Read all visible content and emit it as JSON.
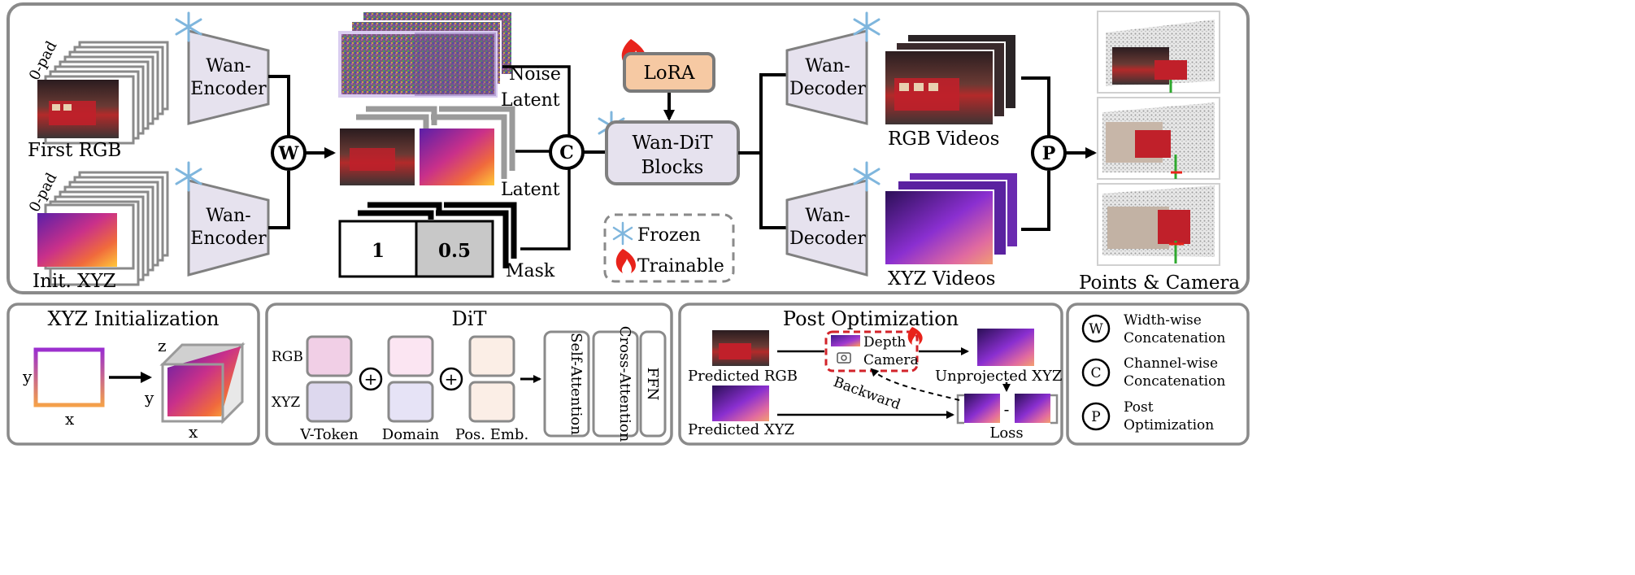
{
  "top": {
    "first_rgb": "First RGB",
    "init_xyz": "Init. XYZ",
    "zero_pad": "0-pad",
    "encoder": [
      "Wan-",
      "Encoder"
    ],
    "decoder": [
      "Wan-",
      "Decoder"
    ],
    "op_w": "W",
    "op_c": "C",
    "op_p": "P",
    "noise_latent": [
      "Noise",
      "Latent"
    ],
    "latent": "Latent",
    "mask": "Mask",
    "mask_val_1": "1",
    "mask_val_05": "0.5",
    "lora": "LoRA",
    "dit_blocks": [
      "Wan-DiT",
      "Blocks"
    ],
    "legend_frozen": "Frozen",
    "legend_trainable": "Trainable",
    "rgb_videos": "RGB Videos",
    "xyz_videos": "XYZ Videos",
    "points_camera": "Points & Camera"
  },
  "xyz_init": {
    "title": "XYZ Initialization",
    "y": "y",
    "x": "x",
    "z": "z"
  },
  "dit": {
    "title": "DiT",
    "rgb": "RGB",
    "xyz": "XYZ",
    "v_token": "V-Token",
    "domain": "Domain",
    "pos_emb": "Pos. Emb.",
    "self_attention": "Self-Attention",
    "cross_attention": "Cross-Attention",
    "ffn": "FFN"
  },
  "post_opt": {
    "title": "Post  Optimization",
    "predicted_rgb": "Predicted RGB",
    "predicted_xyz": "Predicted XYZ",
    "depth": "Depth",
    "camera": "Camera",
    "unprojected_xyz": "Unprojected XYZ",
    "backward": "Backward",
    "loss": "Loss",
    "minus": "-"
  },
  "ops_legend": {
    "w_circle": "W",
    "w_label": [
      "Width-wise",
      "Concatenation"
    ],
    "c_circle": "C",
    "c_label": [
      "Channel-wise",
      "Concatenation"
    ],
    "p_circle": "P",
    "p_label": [
      "Post",
      "Optimization"
    ]
  },
  "colors": {
    "panel_border": "#8a8a8a",
    "encoder_fill": "#e6e2ee",
    "lora_fill": "#f6c9a3",
    "lora_border": "#7a7a7a",
    "frozen_blue": "#7fb6dd",
    "flame_red": "#e8231b",
    "loss_border": "#d2232a"
  }
}
